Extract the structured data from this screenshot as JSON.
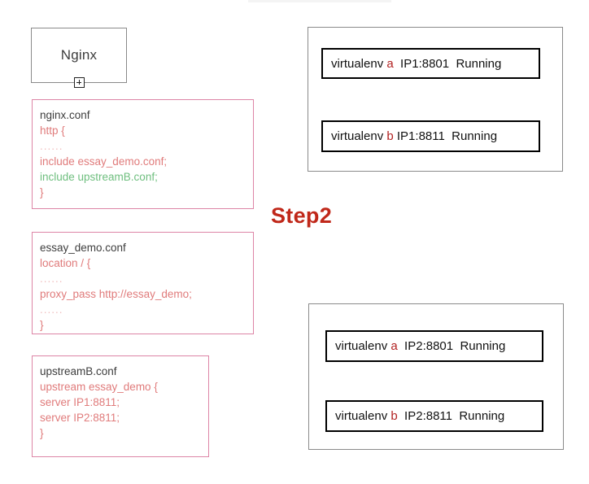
{
  "diagram": {
    "step_label": "Step2",
    "accent_color": "#c0281a",
    "pink_color": "#e07b7b",
    "green_color": "#6fbf7f",
    "border_pink": "#dd85a6",
    "border_gray": "#8a8a8a"
  },
  "nginx_node": {
    "label": "Nginx",
    "expand_icon": "plus-icon"
  },
  "config_cards": [
    {
      "title": "nginx.conf",
      "lines": [
        {
          "text": "http {",
          "color": "pink"
        },
        {
          "text": "......",
          "color": "dots"
        },
        {
          "text": "include essay_demo.conf;",
          "color": "pink"
        },
        {
          "text": "include upstreamB.conf;",
          "color": "green"
        },
        {
          "text": "}",
          "color": "pink"
        }
      ]
    },
    {
      "title": "essay_demo.conf",
      "lines": [
        {
          "text": "location / {",
          "color": "pink"
        },
        {
          "text": "......",
          "color": "dots"
        },
        {
          "text": "proxy_pass http://essay_demo;",
          "color": "pink"
        },
        {
          "text": "......",
          "color": "dots"
        },
        {
          "text": "}",
          "color": "pink"
        }
      ]
    },
    {
      "title": "upstreamB.conf",
      "lines": [
        {
          "text": "upstream essay_demo {",
          "color": "pink"
        },
        {
          "text": "server IP1:8811;",
          "color": "pink"
        },
        {
          "text": "server IP2:8811;",
          "color": "pink"
        },
        {
          "text": "}",
          "color": "pink"
        }
      ]
    }
  ],
  "host_panels": [
    {
      "name": "host-ip1",
      "rows": [
        {
          "prefix": "virtualenv ",
          "accent": "a",
          "address": "  IP1:8801",
          "status": "  Running"
        },
        {
          "prefix": "virtualenv ",
          "accent": "b",
          "address": " IP1:8811",
          "status": "  Running"
        }
      ]
    },
    {
      "name": "host-ip2",
      "rows": [
        {
          "prefix": "virtualenv ",
          "accent": "a",
          "address": "  IP2:8801",
          "status": "  Running"
        },
        {
          "prefix": "virtualenv ",
          "accent": "b",
          "address": "  IP2:8811",
          "status": "  Running"
        }
      ]
    }
  ]
}
